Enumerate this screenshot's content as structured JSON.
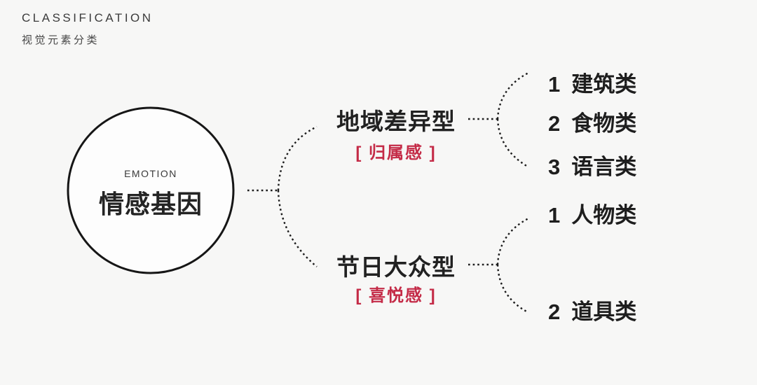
{
  "header": {
    "title": "CLASSIFICATION",
    "subtitle": "视觉元素分类"
  },
  "root": {
    "label_en": "EMOTION",
    "label_zh": "情感基因"
  },
  "branches": [
    {
      "name": "地域差异型",
      "emotion": "[ 归属感 ]",
      "items": [
        {
          "num": "1",
          "label": "建筑类"
        },
        {
          "num": "2",
          "label": "食物类"
        },
        {
          "num": "3",
          "label": "语言类"
        }
      ]
    },
    {
      "name": "节日大众型",
      "emotion": "[ 喜悦感 ]",
      "items": [
        {
          "num": "1",
          "label": "人物类"
        },
        {
          "num": "2",
          "label": "道具类"
        }
      ]
    }
  ],
  "colors": {
    "accent_red": "#c42b47",
    "ink": "#1e1e1e",
    "background": "#f7f7f6"
  }
}
